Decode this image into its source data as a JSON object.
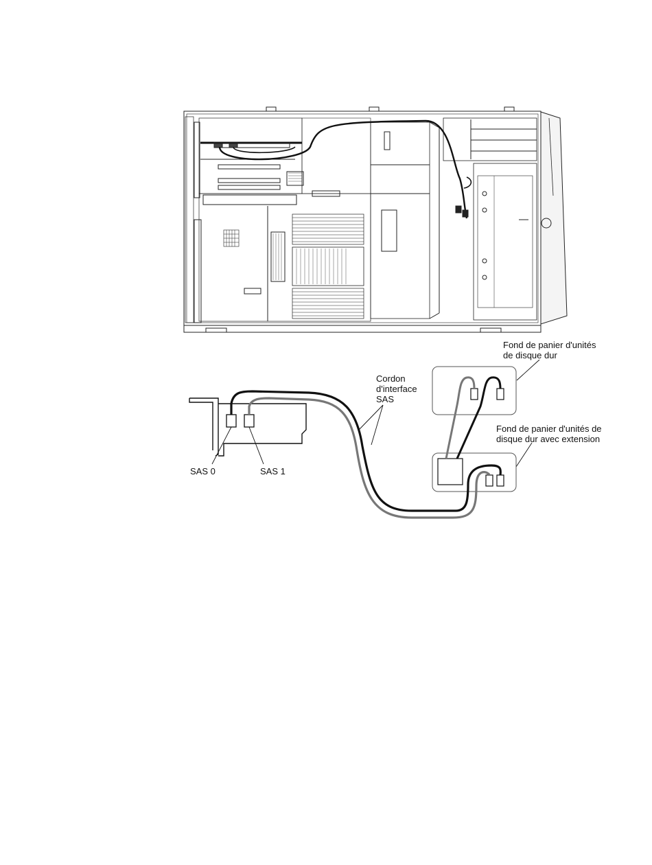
{
  "labels": {
    "sas_cable": "Cordon\nd'interface\nSAS",
    "backplane": "Fond de panier d'unités\nde disque dur",
    "backplane_expander": "Fond de panier d'unités de\ndisque dur avec extension",
    "sas0": "SAS 0",
    "sas1": "SAS 1"
  }
}
